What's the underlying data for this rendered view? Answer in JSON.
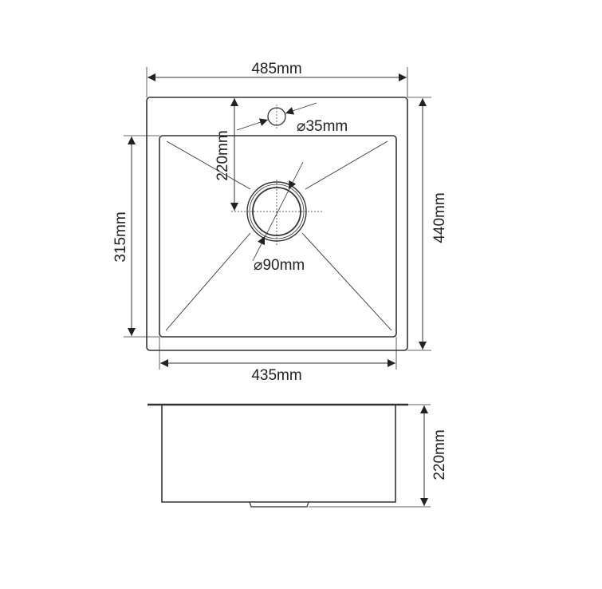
{
  "title": "Sink dimension drawing",
  "dimensions": {
    "overall_width": "485mm",
    "overall_depth": "440mm",
    "bowl_width": "435mm",
    "bowl_depth": "315mm",
    "drain_offset": "220mm",
    "tap_hole_diameter": "⌀35mm",
    "drain_diameter": "⌀90mm",
    "bowl_height": "220mm"
  },
  "colors": {
    "line": "#333333",
    "background": "#ffffff"
  }
}
